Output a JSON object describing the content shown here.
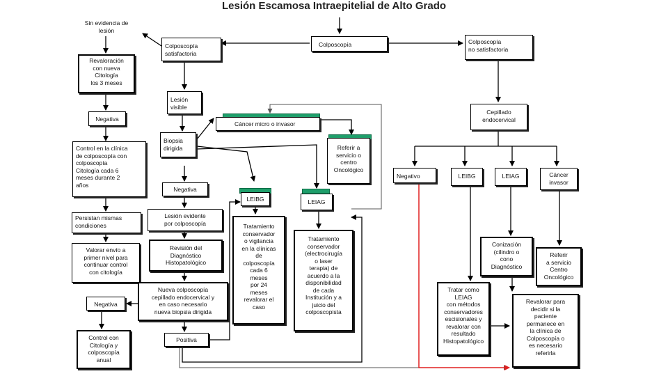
{
  "title": "Lesión Escamosa Intraepitelial de Alto Grado",
  "nodes": {
    "colposcopia": "Colposcopía",
    "colpo_satisf": "Colposcopía\nsatisfactoria",
    "colpo_no_satisf": "Colposcopía\nno satisfactoria",
    "sin_evidencia": "Sin evidencia de\nlesión",
    "revaloracion": "Revaloración\ncon nueva\nCitología\nlos 3 meses",
    "negativa_1": "Negativa",
    "control_clinica": "Control en la clínica\nde colposcopía con\ncolposcopía\nCitología  cada  6\nmeses durante  2\naños",
    "persistan": "Persistan mismas\ncondiciones",
    "valorar_envio": "Valorar envío a\nprimer nivel para\ncontinuar control\ncon citología",
    "lesion_visible": "Lesión\nvisible",
    "biopsia": "Biopsia\ndirigida",
    "cancer_micro": "Cáncer micro    o invasor",
    "referir_oncologico": "Referir a\nservicio o\ncentro\nOncológico",
    "negativa_2": "Negativa",
    "lesion_evidente": "Lesión   evidente\npor colposcopía",
    "revision": "Revisión   del\nDiagnóstico\nHistopatológico",
    "nueva_colpo": "Nueva colposcopía\ncepillado    endocervical     y\nen caso necesario\nnueva biopsia dirigida",
    "negativa_3": "Negativa",
    "control_citologia": "Control con\nCitología y\ncolposcopía\nanual",
    "positiva": "Positiva",
    "leibg_1": "LEIBG",
    "leiag_1": "LEIAG",
    "trat_conservador": "Tratamiento\nconservador\no vigilancia\nen la clínicas\nde\ncolposcopía\ncada 6\nmeses\npor 24\nmeses\nrevalorar el\ncaso",
    "trat_conservador_electro": "Tratamiento\nconservador\n(electrocirugía\no   laser\nterapia) de\nacuerdo a la\ndisponibilidad\nde cada\nInstitución y a\njuicio del\ncolposcopista",
    "cepillado": "Cepillado\nendocervical",
    "negativo": "Negativo",
    "leibg_2": "LEIBG",
    "leiag_2": "LEIAG",
    "cancer_invasor": "Cáncer\ninvasor",
    "conizacion": "Conización\n(cilindro o\ncono\nDiagnóstico",
    "referir_centro": "Referir\na servicio\nCentro\nOncológico",
    "tratar_leiag": "Tratar como\nLEIAG\ncon métodos\nconservadores\nescisionales     y\nrevalorar con\nresultado\nHistopatológico",
    "revalorar_decidir": "Revalorar para\ndecidir si la\npaciente\npermanece en\nla clínica de\nColposcopía o\nes necesario\nreferirla"
  },
  "colors": {
    "green_bar": "#1e9e6a",
    "red_arrow": "#e02020",
    "line": "#000000",
    "gray_line": "#555555"
  }
}
